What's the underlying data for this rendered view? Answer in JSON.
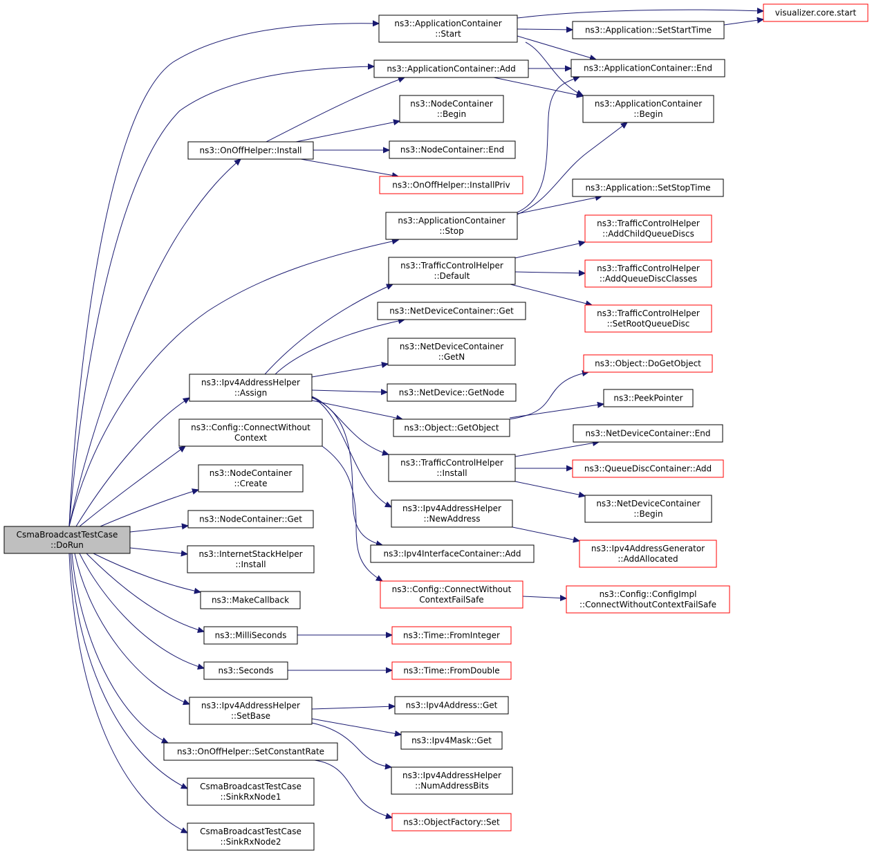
{
  "colors": {
    "edge": "#191970",
    "truncated_border": "#ff0000",
    "normal_border": "#000000",
    "root_fill": "#bfbfbf"
  },
  "nodes": {
    "root": {
      "lines": [
        "CsmaBroadcastTestCase",
        "::DoRun"
      ],
      "kind": "root"
    },
    "app_start": {
      "lines": [
        "ns3::ApplicationContainer",
        "::Start"
      ],
      "kind": "normal"
    },
    "viz_start": {
      "lines": [
        "visualizer.core.start"
      ],
      "kind": "truncated"
    },
    "app_setstart": {
      "lines": [
        "ns3::Application::SetStartTime"
      ],
      "kind": "normal"
    },
    "app_add": {
      "lines": [
        "ns3::ApplicationContainer::Add"
      ],
      "kind": "normal"
    },
    "app_end": {
      "lines": [
        "ns3::ApplicationContainer::End"
      ],
      "kind": "normal"
    },
    "app_begin": {
      "lines": [
        "ns3::ApplicationContainer",
        "::Begin"
      ],
      "kind": "normal"
    },
    "nc_begin": {
      "lines": [
        "ns3::NodeContainer",
        "::Begin"
      ],
      "kind": "normal"
    },
    "onoff_install": {
      "lines": [
        "ns3::OnOffHelper::Install"
      ],
      "kind": "normal"
    },
    "nc_end": {
      "lines": [
        "ns3::NodeContainer::End"
      ],
      "kind": "normal"
    },
    "onoff_installpriv": {
      "lines": [
        "ns3::OnOffHelper::InstallPriv"
      ],
      "kind": "truncated"
    },
    "app_setstop": {
      "lines": [
        "ns3::Application::SetStopTime"
      ],
      "kind": "normal"
    },
    "app_stop": {
      "lines": [
        "ns3::ApplicationContainer",
        "::Stop"
      ],
      "kind": "normal"
    },
    "tch_addchild": {
      "lines": [
        "ns3::TrafficControlHelper",
        "::AddChildQueueDiscs"
      ],
      "kind": "truncated"
    },
    "tch_default": {
      "lines": [
        "ns3::TrafficControlHelper",
        "::Default"
      ],
      "kind": "normal"
    },
    "tch_addclasses": {
      "lines": [
        "ns3::TrafficControlHelper",
        "::AddQueueDiscClasses"
      ],
      "kind": "truncated"
    },
    "ndc_get": {
      "lines": [
        "ns3::NetDeviceContainer::Get"
      ],
      "kind": "normal"
    },
    "tch_setroot": {
      "lines": [
        "ns3::TrafficControlHelper",
        "::SetRootQueueDisc"
      ],
      "kind": "truncated"
    },
    "ndc_getn": {
      "lines": [
        "ns3::NetDeviceContainer",
        "::GetN"
      ],
      "kind": "normal"
    },
    "obj_dogetobject": {
      "lines": [
        "ns3::Object::DoGetObject"
      ],
      "kind": "truncated"
    },
    "ipv4h_assign": {
      "lines": [
        "ns3::Ipv4AddressHelper",
        "::Assign"
      ],
      "kind": "normal"
    },
    "nd_getnode": {
      "lines": [
        "ns3::NetDevice::GetNode"
      ],
      "kind": "normal"
    },
    "peekpointer": {
      "lines": [
        "ns3::PeekPointer"
      ],
      "kind": "normal"
    },
    "obj_getobject": {
      "lines": [
        "ns3::Object::GetObject"
      ],
      "kind": "normal"
    },
    "cfg_connectwithout": {
      "lines": [
        "ns3::Config::ConnectWithout",
        "Context"
      ],
      "kind": "normal"
    },
    "ndc_end": {
      "lines": [
        "ns3::NetDeviceContainer::End"
      ],
      "kind": "normal"
    },
    "tch_install": {
      "lines": [
        "ns3::TrafficControlHelper",
        "::Install"
      ],
      "kind": "normal"
    },
    "qdc_add": {
      "lines": [
        "ns3::QueueDiscContainer::Add"
      ],
      "kind": "truncated"
    },
    "nc_create": {
      "lines": [
        "ns3::NodeContainer",
        "::Create"
      ],
      "kind": "normal"
    },
    "ndc_begin": {
      "lines": [
        "ns3::NetDeviceContainer",
        "::Begin"
      ],
      "kind": "normal"
    },
    "ipv4h_newaddress": {
      "lines": [
        "ns3::Ipv4AddressHelper",
        "::NewAddress"
      ],
      "kind": "normal"
    },
    "nc_get": {
      "lines": [
        "ns3::NodeContainer::Get"
      ],
      "kind": "normal"
    },
    "ipv4gen_addalloc": {
      "lines": [
        "ns3::Ipv4AddressGenerator",
        "::AddAllocated"
      ],
      "kind": "truncated"
    },
    "ish_install": {
      "lines": [
        "ns3::InternetStackHelper",
        "::Install"
      ],
      "kind": "normal"
    },
    "ipv4ic_add": {
      "lines": [
        "ns3::Ipv4InterfaceContainer::Add"
      ],
      "kind": "normal"
    },
    "cfg_connectfailsafe": {
      "lines": [
        "ns3::Config::ConnectWithout",
        "ContextFailSafe"
      ],
      "kind": "truncated"
    },
    "cfgimpl_failsafe": {
      "lines": [
        "ns3::Config::ConfigImpl",
        "::ConnectWithoutContextFailSafe"
      ],
      "kind": "truncated"
    },
    "makecallback": {
      "lines": [
        "ns3::MakeCallback"
      ],
      "kind": "normal"
    },
    "milliseconds": {
      "lines": [
        "ns3::MilliSeconds"
      ],
      "kind": "normal"
    },
    "time_frominteger": {
      "lines": [
        "ns3::Time::FromInteger"
      ],
      "kind": "truncated"
    },
    "seconds": {
      "lines": [
        "ns3::Seconds"
      ],
      "kind": "normal"
    },
    "time_fromdouble": {
      "lines": [
        "ns3::Time::FromDouble"
      ],
      "kind": "truncated"
    },
    "ipv4addr_get": {
      "lines": [
        "ns3::Ipv4Address::Get"
      ],
      "kind": "normal"
    },
    "ipv4h_setbase": {
      "lines": [
        "ns3::Ipv4AddressHelper",
        "::SetBase"
      ],
      "kind": "normal"
    },
    "ipv4mask_get": {
      "lines": [
        "ns3::Ipv4Mask::Get"
      ],
      "kind": "normal"
    },
    "onoff_setrate": {
      "lines": [
        "ns3::OnOffHelper::SetConstantRate"
      ],
      "kind": "normal"
    },
    "ipv4h_numbits": {
      "lines": [
        "ns3::Ipv4AddressHelper",
        "::NumAddressBits"
      ],
      "kind": "normal"
    },
    "sinkrx1": {
      "lines": [
        "CsmaBroadcastTestCase",
        "::SinkRxNode1"
      ],
      "kind": "normal"
    },
    "objfactory_set": {
      "lines": [
        "ns3::ObjectFactory::Set"
      ],
      "kind": "truncated"
    },
    "sinkrx2": {
      "lines": [
        "CsmaBroadcastTestCase",
        "::SinkRxNode2"
      ],
      "kind": "normal"
    }
  },
  "edges": [
    [
      "root",
      "app_start"
    ],
    [
      "root",
      "app_add"
    ],
    [
      "root",
      "onoff_install"
    ],
    [
      "root",
      "app_stop"
    ],
    [
      "root",
      "ipv4h_assign"
    ],
    [
      "root",
      "cfg_connectwithout"
    ],
    [
      "root",
      "nc_create"
    ],
    [
      "root",
      "nc_get"
    ],
    [
      "root",
      "ish_install"
    ],
    [
      "root",
      "makecallback"
    ],
    [
      "root",
      "milliseconds"
    ],
    [
      "root",
      "seconds"
    ],
    [
      "root",
      "ipv4h_setbase"
    ],
    [
      "root",
      "onoff_setrate"
    ],
    [
      "root",
      "sinkrx1"
    ],
    [
      "root",
      "sinkrx2"
    ],
    [
      "app_start",
      "viz_start"
    ],
    [
      "app_start",
      "app_setstart"
    ],
    [
      "app_start",
      "app_end"
    ],
    [
      "app_start",
      "app_begin"
    ],
    [
      "app_setstart",
      "viz_start"
    ],
    [
      "app_add",
      "app_end"
    ],
    [
      "app_add",
      "app_begin"
    ],
    [
      "onoff_install",
      "app_add"
    ],
    [
      "onoff_install",
      "nc_begin"
    ],
    [
      "onoff_install",
      "nc_end"
    ],
    [
      "onoff_install",
      "onoff_installpriv"
    ],
    [
      "app_stop",
      "app_end"
    ],
    [
      "app_stop",
      "app_begin"
    ],
    [
      "app_stop",
      "app_setstop"
    ],
    [
      "tch_default",
      "tch_addchild"
    ],
    [
      "tch_default",
      "tch_addclasses"
    ],
    [
      "tch_default",
      "tch_setroot"
    ],
    [
      "ipv4h_assign",
      "tch_default"
    ],
    [
      "ipv4h_assign",
      "ndc_get"
    ],
    [
      "ipv4h_assign",
      "ndc_getn"
    ],
    [
      "ipv4h_assign",
      "nd_getnode"
    ],
    [
      "ipv4h_assign",
      "obj_getobject"
    ],
    [
      "ipv4h_assign",
      "tch_install"
    ],
    [
      "ipv4h_assign",
      "ipv4h_newaddress"
    ],
    [
      "ipv4h_assign",
      "ipv4ic_add"
    ],
    [
      "obj_getobject",
      "obj_dogetobject"
    ],
    [
      "obj_getobject",
      "peekpointer"
    ],
    [
      "tch_install",
      "ndc_end"
    ],
    [
      "tch_install",
      "qdc_add"
    ],
    [
      "tch_install",
      "ndc_begin"
    ],
    [
      "ipv4h_newaddress",
      "ipv4gen_addalloc"
    ],
    [
      "cfg_connectwithout",
      "cfg_connectfailsafe"
    ],
    [
      "cfg_connectfailsafe",
      "cfgimpl_failsafe"
    ],
    [
      "milliseconds",
      "time_frominteger"
    ],
    [
      "seconds",
      "time_fromdouble"
    ],
    [
      "ipv4h_setbase",
      "ipv4addr_get"
    ],
    [
      "ipv4h_setbase",
      "ipv4mask_get"
    ],
    [
      "ipv4h_setbase",
      "ipv4h_numbits"
    ],
    [
      "onoff_setrate",
      "objfactory_set"
    ]
  ]
}
